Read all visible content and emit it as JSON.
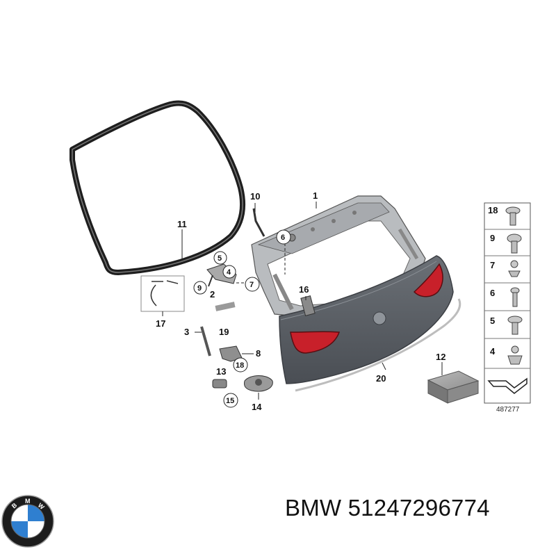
{
  "callouts": {
    "c1": "1",
    "c2": "2",
    "c3": "3",
    "c4": "4",
    "c5": "5",
    "c6": "6",
    "c7": "7",
    "c8": "8",
    "c9": "9",
    "c10": "10",
    "c11": "11",
    "c12": "12",
    "c13": "13",
    "c14": "14",
    "c15": "15",
    "c16": "16",
    "c17": "17",
    "c18": "18",
    "c19": "19",
    "c20": "20"
  },
  "fastener_legend": {
    "rows": [
      "18",
      "9",
      "7",
      "6",
      "5",
      "4"
    ],
    "reference_number": "487277"
  },
  "brand_logo": {
    "letters": [
      "B",
      "M",
      "W"
    ],
    "icon": "bmw-roundel-icon"
  },
  "caption": {
    "text": "BMW 51247296774"
  },
  "colors": {
    "panel": "#555a60",
    "lamp": "#c8202a",
    "seal": "#1e1e1e",
    "accent_blue": "#2f7fd0"
  }
}
